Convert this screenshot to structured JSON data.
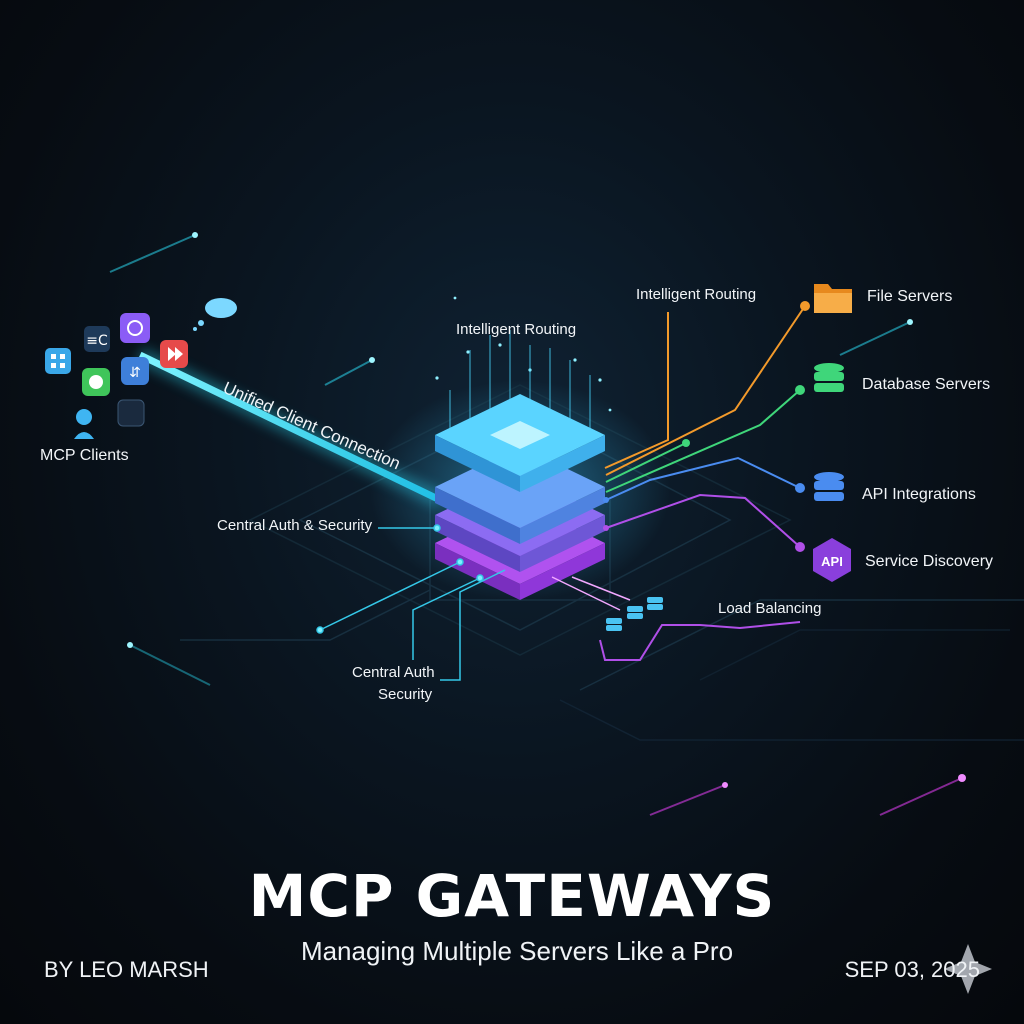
{
  "title": "MCP GATEWAYS",
  "subtitle": "Managing Multiple Servers Like a Pro",
  "author": "BY LEO MARSH",
  "date": "SEP 03, 2025",
  "labels": {
    "mcp_clients": "MCP Clients",
    "unified_connection": "Unified Client Connection",
    "intelligent_routing_center": "Intelligent Routing",
    "intelligent_routing_right": "Intelligent Routing",
    "central_auth_security": "Central Auth & Security",
    "central_auth_line1": "Central Auth",
    "central_auth_line2": "Security",
    "load_balancing": "Load Balancing"
  },
  "servers": [
    {
      "label": "File Servers",
      "icon": "folder-icon",
      "color": "#f39a2b"
    },
    {
      "label": "Database Servers",
      "icon": "database-icon",
      "color": "#3fd67a"
    },
    {
      "label": "API Integrations",
      "icon": "database-icon",
      "color": "#4a8cf0"
    },
    {
      "label": "Service Discovery",
      "icon": "api-hexagon-icon",
      "color": "#a35cf0",
      "badge": "API"
    }
  ],
  "colors": {
    "cyan": "#2ee6ff",
    "orange": "#f39a2b",
    "green": "#3fd67a",
    "blue": "#4a8cf0",
    "purple": "#b04fe8",
    "background": "#0a1520"
  }
}
